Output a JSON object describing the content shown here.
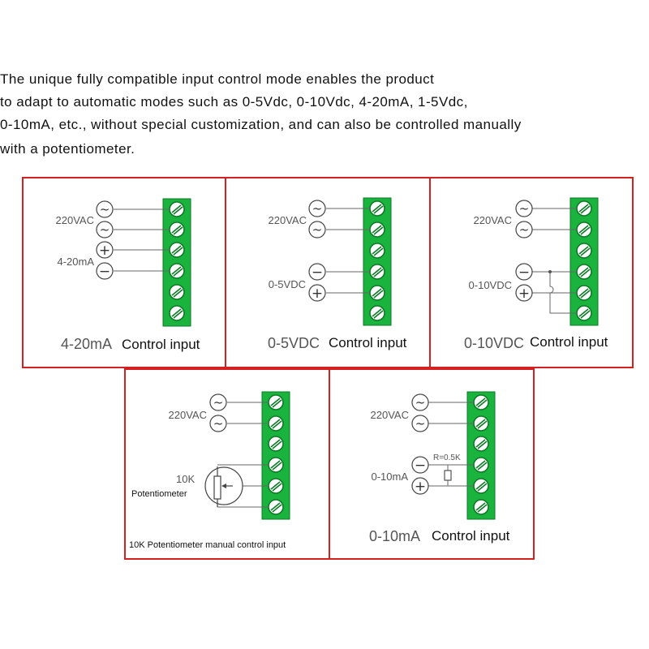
{
  "intro": {
    "lines": [
      "The unique fully compatible input control mode enables the product",
      " to adapt to automatic modes such as 0-5Vdc, 0-10Vdc, 4-20mA, 1-5Vdc,",
      "0-10mA, etc., without special customization, and can also be controlled manually",
      "with a potentiometer."
    ]
  },
  "panels": [
    {
      "id": "p1",
      "power_label": "220VAC",
      "signal_label": "4-20mA",
      "caption_prefix": "4-20mA",
      "caption_text": "Control input"
    },
    {
      "id": "p2",
      "power_label": "220VAC",
      "signal_label": "0-5VDC",
      "caption_prefix": "0-5VDC",
      "caption_text": "Control input"
    },
    {
      "id": "p3",
      "power_label": "220VAC",
      "signal_label": "0-10VDC",
      "caption_prefix": "0-10VDC",
      "caption_text": "Control input"
    },
    {
      "id": "p4",
      "power_label": "220VAC",
      "pot_value": "10K",
      "pot_label": "Potentiometer",
      "caption_text": "10K Potentiometer manual control input"
    },
    {
      "id": "p5",
      "power_label": "220VAC",
      "signal_label": "0-10mA",
      "resistor_label": "R=0.5K",
      "caption_prefix": "0-10mA",
      "caption_text": "Control input"
    }
  ],
  "symbols": {
    "ac": "~",
    "plus": "+",
    "minus": "−"
  },
  "colors": {
    "frame": "#d42020",
    "terminal": "#19b33d",
    "terminal_dark": "#0e7a27",
    "wire": "#666666"
  }
}
